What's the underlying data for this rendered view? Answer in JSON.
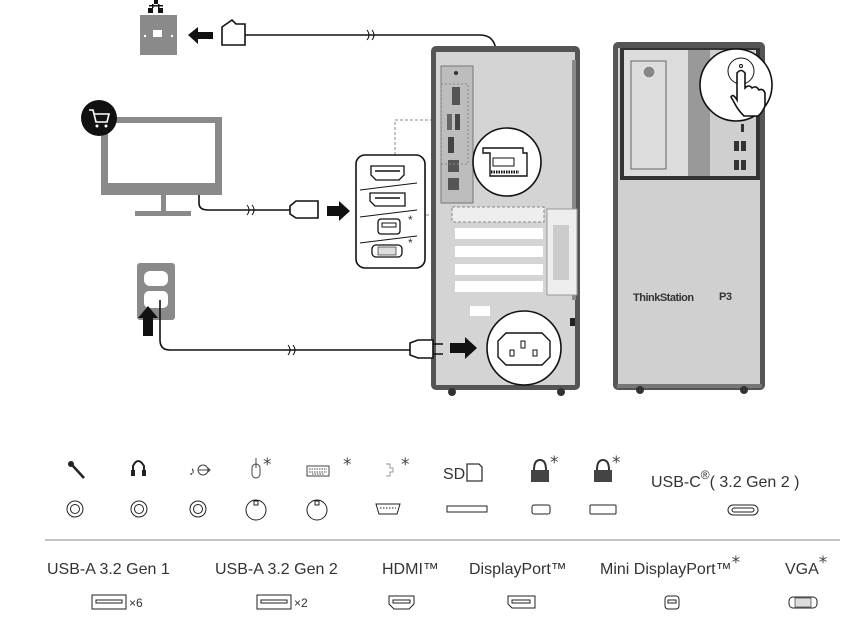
{
  "colors": {
    "case_dark": "#555555",
    "case_light": "#cfcfcf",
    "wall_gray": "#8a8a8a",
    "line": "#111111"
  },
  "front_panel": {
    "brand": "ThinkStation",
    "model": "P3"
  },
  "icons": [
    "network-icon",
    "shopping-cart-icon",
    "power-outlet-icon",
    "hand-press-icon",
    "microphone-icon",
    "headphone-icon",
    "line-out-icon",
    "mouse-icon",
    "keyboard-icon",
    "serial-icon",
    "sd-card-icon",
    "lock-icon"
  ],
  "legend_row1": {
    "serial_asterisk": "*",
    "mouse_asterisk": "*",
    "keyboard_asterisk": "*",
    "sd_label": "SD",
    "lock1_asterisk": "*",
    "lock2_asterisk": "*",
    "usbc_label": "USB-C",
    "usbc_reg": "®",
    "usbc_spec": "( 3.2 Gen 2 )"
  },
  "legend_row2": [
    {
      "label": "USB-A 3.2 Gen 1",
      "count": "×6"
    },
    {
      "label": "USB-A 3.2 Gen 2",
      "count": "×2"
    },
    {
      "label": "HDMI™"
    },
    {
      "label": "DisplayPort™"
    },
    {
      "label": "Mini DisplayPort™",
      "asterisk": "*"
    },
    {
      "label": "VGA",
      "asterisk": "*"
    }
  ]
}
